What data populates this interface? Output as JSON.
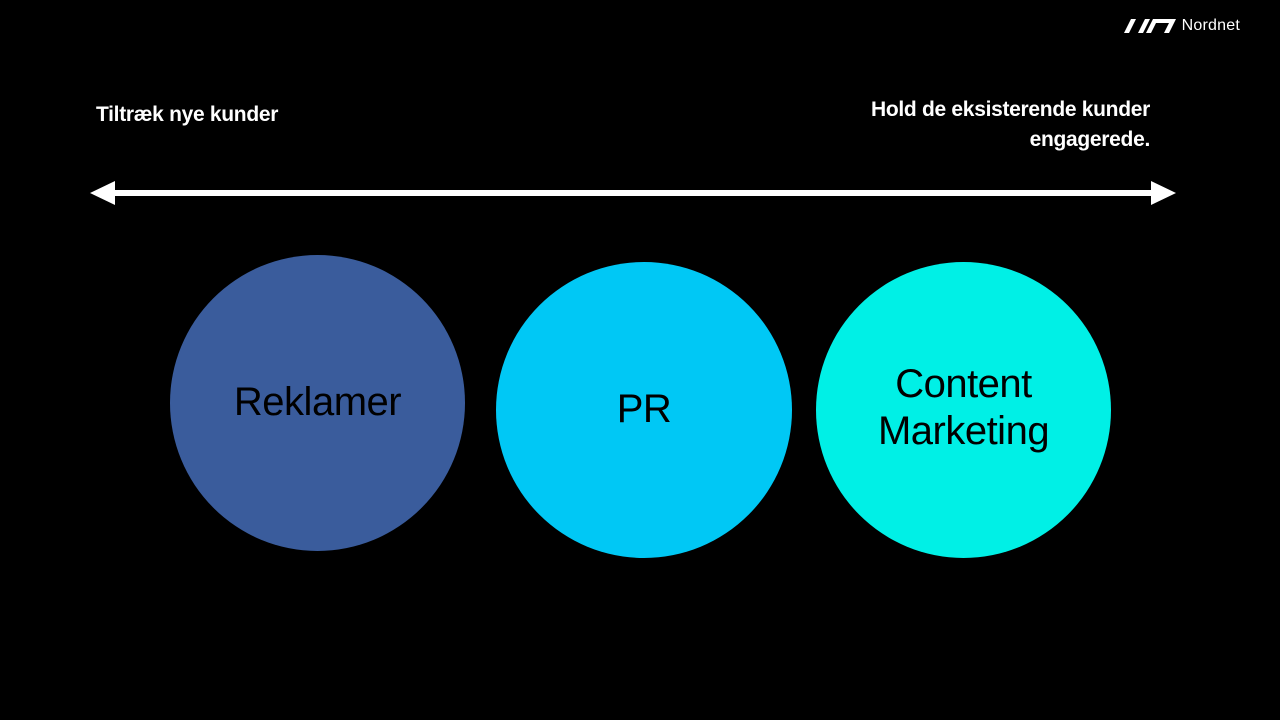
{
  "brand": {
    "name": "Nordnet",
    "logo_icon": "nordnet-logo-icon"
  },
  "axis": {
    "left_label": "Tiltræk nye kunder",
    "right_label_line1": "Hold de eksisterende kunder",
    "right_label_line2": "engagerede.",
    "arrow_icon": "double-arrow-icon"
  },
  "circles": [
    {
      "label": "Reklamer",
      "color": "#3a5c9c"
    },
    {
      "label": "PR",
      "color": "#00c8f5"
    },
    {
      "label_line1": "Content",
      "label_line2": "Marketing",
      "color": "#00f0e6"
    }
  ],
  "colors": {
    "background": "#000000",
    "text": "#ffffff",
    "circle_text": "#000000"
  }
}
